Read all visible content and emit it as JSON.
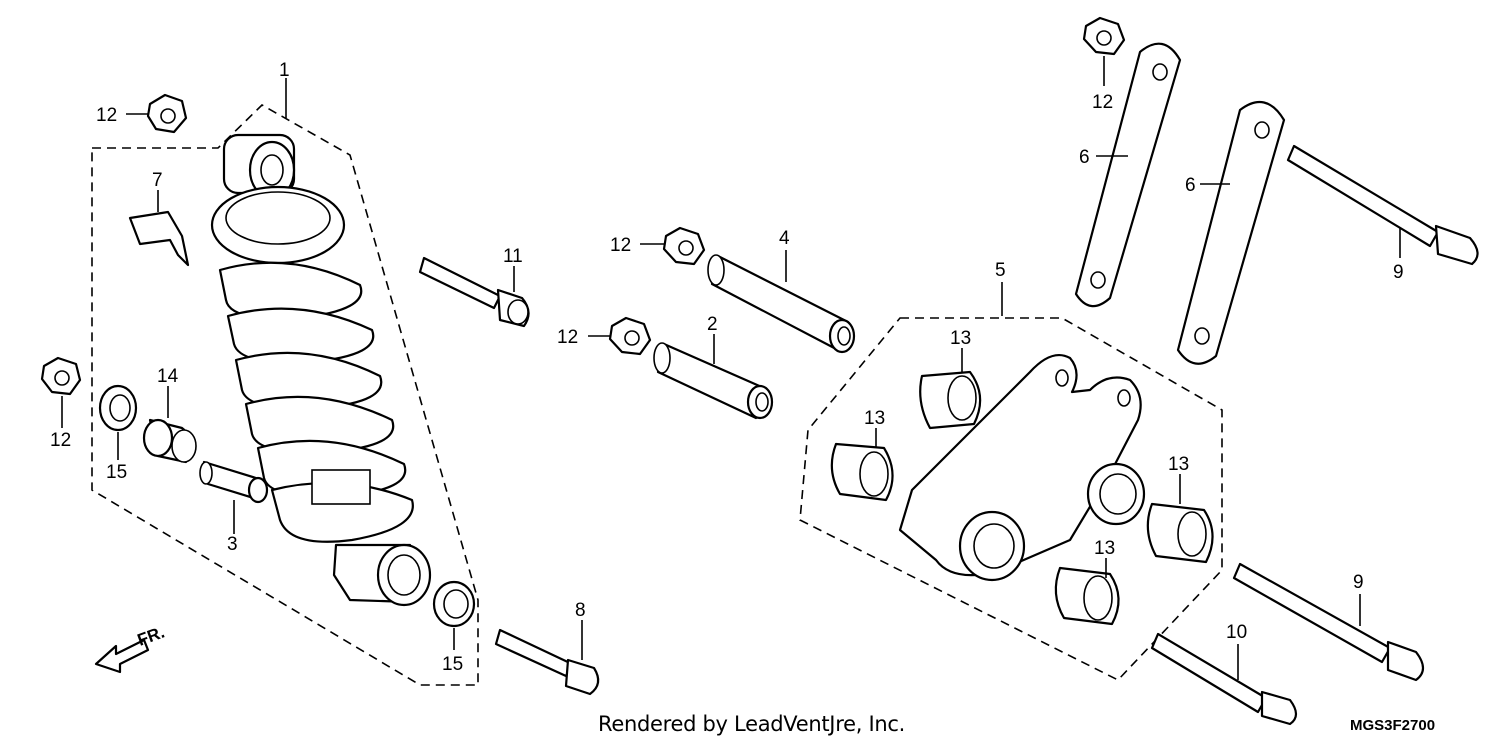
{
  "callouts": [
    "1",
    "2",
    "3",
    "4",
    "5",
    "6",
    "7",
    "8",
    "9",
    "10",
    "11",
    "12",
    "13",
    "14",
    "15"
  ],
  "front_arrow_label": "FR.",
  "credit": "Rendered by LeadVentJre, Inc.",
  "diagram_code": "MGS3F2700"
}
